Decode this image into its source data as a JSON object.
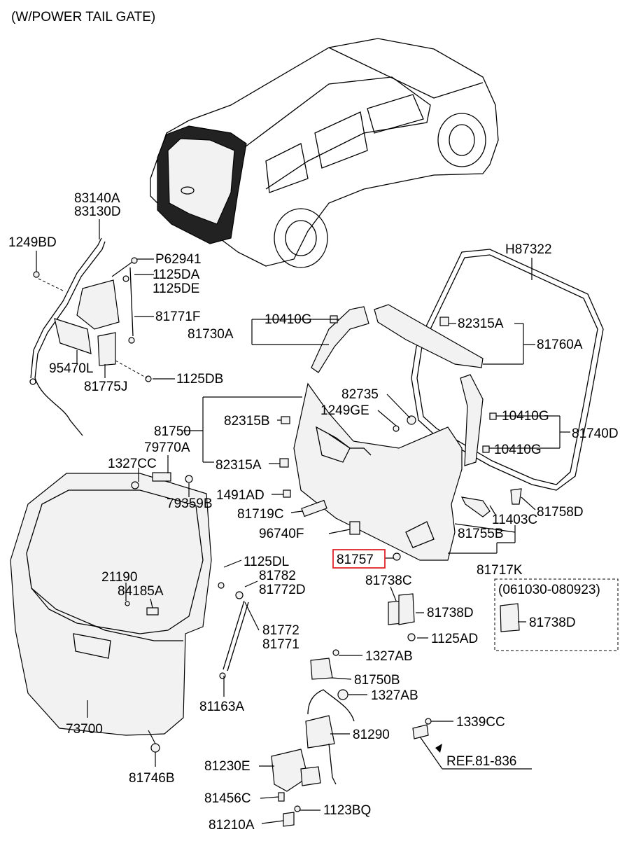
{
  "title": "(W/POWER TAIL GATE)",
  "highlight_color": "#e0242b",
  "parts": {
    "p83140A": "83140A",
    "p83130D": "83130D",
    "p1249BD": "1249BD",
    "pP62941": "P62941",
    "p1125DA": "1125DA",
    "p1125DE": "1125DE",
    "p81771F": "81771F",
    "p95470L": "95470L",
    "p81775J": "81775J",
    "p1125DB": "1125DB",
    "pH87322": "H87322",
    "p10410G_a": "10410G",
    "p81730A": "81730A",
    "p82315A_a": "82315A",
    "p81760A": "81760A",
    "p82735": "82735",
    "p1249GE": "1249GE",
    "p81750": "81750",
    "p82315B": "82315B",
    "p79770A": "79770A",
    "p82315A_b": "82315A",
    "p1327CC": "1327CC",
    "p79359B": "79359B",
    "p1491AD": "1491AD",
    "p81719C": "81719C",
    "p96740F": "96740F",
    "p81757": "81757",
    "p10410G_b": "10410G",
    "p81740D": "81740D",
    "p10410G_c": "10410G",
    "p81758D": "81758D",
    "p11403C": "11403C",
    "p81755B": "81755B",
    "p81717K": "81717K",
    "p1125DL": "1125DL",
    "p21190": "21190",
    "p84185A": "84185A",
    "p81782": "81782",
    "p81772D": "81772D",
    "p81738C": "81738C",
    "p81738D_a": "81738D",
    "p81738D_b": "81738D",
    "p1125AD": "1125AD",
    "pRange": "(061030-080923)",
    "p81772": "81772",
    "p81771": "81771",
    "p1327AB_a": "1327AB",
    "p81750B": "81750B",
    "p1327AB_b": "1327AB",
    "p81163A": "81163A",
    "p73700": "73700",
    "p81290": "81290",
    "p1339CC": "1339CC",
    "pRef": "REF.81-836",
    "p81746B": "81746B",
    "p81230E": "81230E",
    "p81456C": "81456C",
    "p1123BQ": "1123BQ",
    "p81210A": "81210A"
  }
}
